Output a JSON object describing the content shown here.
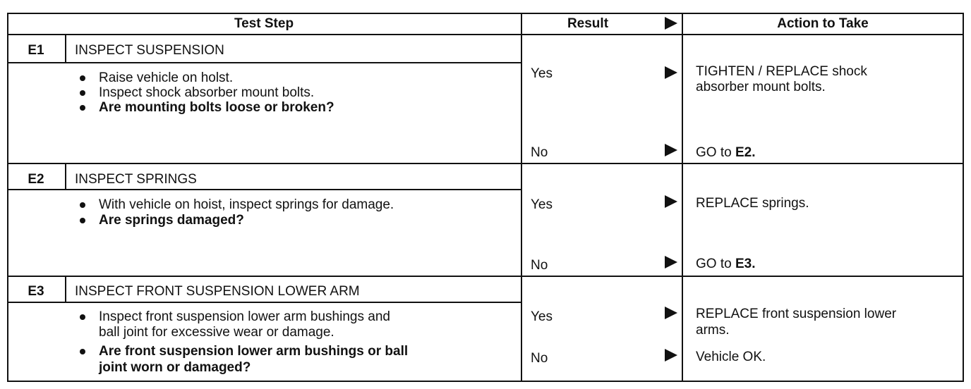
{
  "headers": {
    "test_step": "Test Step",
    "result": "Result",
    "action": "Action to Take"
  },
  "steps": [
    {
      "id": "E1",
      "title": "INSPECT SUSPENSION",
      "items": [
        {
          "text": "Raise vehicle on holst.",
          "bold": false
        },
        {
          "text": "Inspect shock absorber mount bolts.",
          "bold": false
        },
        {
          "text": "Are mounting bolts loose or broken?",
          "bold": true
        }
      ],
      "results": [
        {
          "result": "Yes",
          "action_lines": [
            "TIGHTEN / REPLACE shock",
            "absorber mount bolts."
          ]
        },
        {
          "result": "No",
          "action_prefix": "GO to ",
          "action_bold": "E2."
        }
      ]
    },
    {
      "id": "E2",
      "title": "INSPECT SPRINGS",
      "items": [
        {
          "text": "With vehicle on hoist, inspect springs for damage.",
          "bold": false
        },
        {
          "text": "Are springs damaged?",
          "bold": true
        }
      ],
      "results": [
        {
          "result": "Yes",
          "action_lines": [
            "REPLACE springs."
          ]
        },
        {
          "result": "No",
          "action_prefix": "GO to ",
          "action_bold": "E3."
        }
      ]
    },
    {
      "id": "E3",
      "title": "INSPECT FRONT SUSPENSION LOWER ARM",
      "items": [
        {
          "lines": [
            "Inspect front suspension lower arm bushings and",
            "ball joint for excessive wear or damage."
          ],
          "bold": false
        },
        {
          "lines": [
            "Are front suspension lower arm bushings or ball",
            "joint worn or damaged?"
          ],
          "bold": true
        }
      ],
      "results": [
        {
          "result": "Yes",
          "action_lines": [
            "REPLACE front suspension lower",
            "arms."
          ]
        },
        {
          "result": "No",
          "action_lines": [
            "Vehicle OK."
          ]
        }
      ]
    }
  ]
}
